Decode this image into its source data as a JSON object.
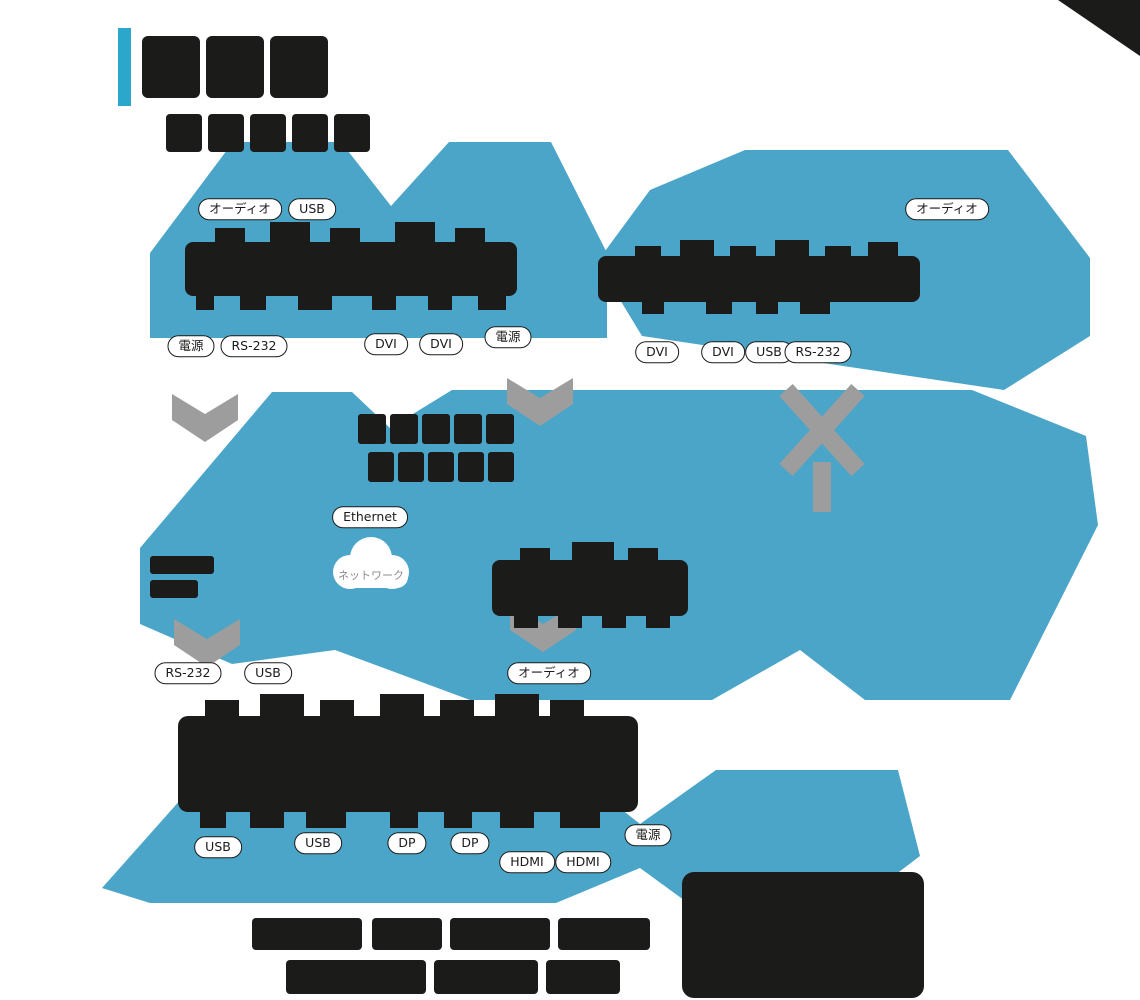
{
  "colors": {
    "ribbon_blue": "#4BA5C8",
    "accent_teal": "#2AA7CB",
    "silhouette_black": "#1B1B19",
    "arrow_gray": "#9D9D9D",
    "pill_background": "#FFFFFF",
    "pill_border": "#1B1B19",
    "cloud_text_gray": "#8D8D8D"
  },
  "ports": {
    "top_left_top": [
      "オーディオ",
      "USB"
    ],
    "top_left_bottom": [
      "電源",
      "RS-232",
      "DVI",
      "DVI",
      "電源"
    ],
    "top_right_top": [
      "オーディオ"
    ],
    "top_right_bottom": [
      "DVI",
      "DVI",
      "USB",
      "RS-232"
    ],
    "ethernet": "Ethernet",
    "cloud": "ネットワーク",
    "middle": [
      "RS-232",
      "USB",
      "オーディオ"
    ],
    "bottom_bottom": [
      "USB",
      "USB",
      "DP",
      "DP",
      "HDMI",
      "HDMI",
      "電源"
    ]
  }
}
